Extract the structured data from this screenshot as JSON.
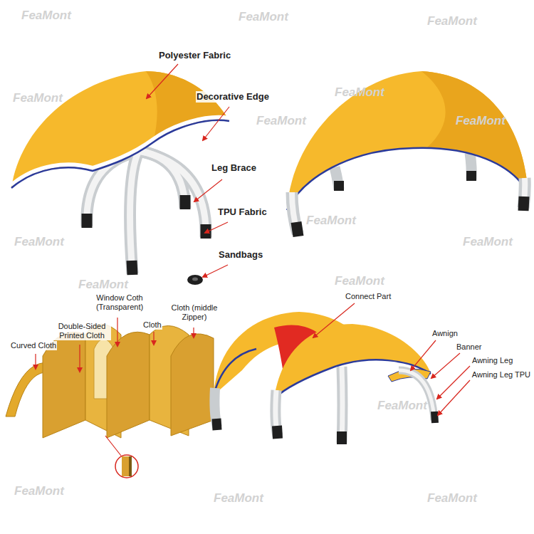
{
  "diagram": {
    "labels": [
      "Polyester Fabric",
      "Decorative Edge",
      "Leg Brace",
      "TPU Fabric",
      "Sandbags",
      "Curved Cloth",
      "Double-Sided Printed Cloth",
      "Window Coth (Transparent)",
      "Cloth",
      "Cloth (middle Zipper)",
      "Connect Part",
      "Awnign",
      "Banner",
      "Awning Leg",
      "Awning Leg TPU",
      "FeaMont",
      "FeaMont",
      "FeaMont",
      "FeaMont",
      "FeaMont",
      "FeaMont",
      "FeaMont",
      "FeaMont",
      "FeaMont",
      "FeaMont",
      "FeaMont",
      "FeaMont",
      "FeaMont",
      "FeaMont",
      "FeaMont",
      "FeaMont"
    ]
  }
}
